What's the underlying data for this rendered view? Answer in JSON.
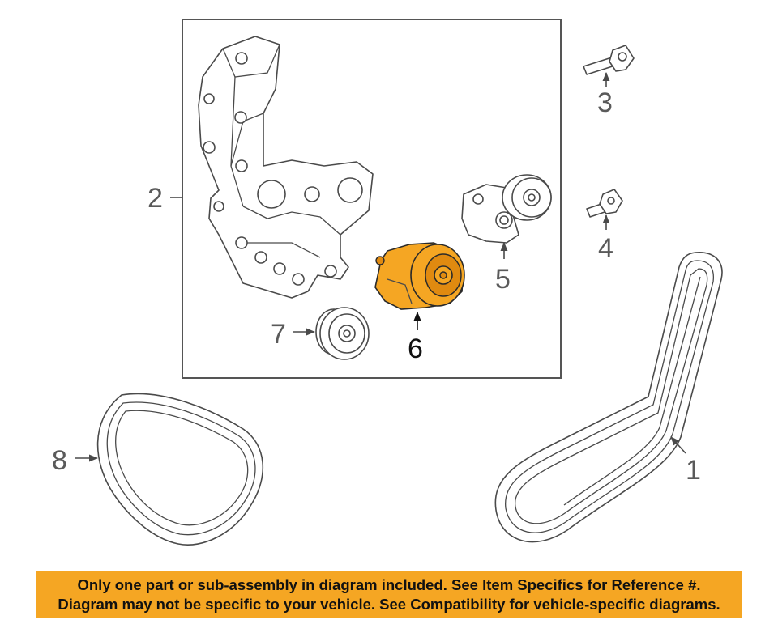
{
  "colors": {
    "highlight": "#f5a623",
    "banner": "#f5a623",
    "line": "#4a4a4a"
  },
  "callouts": {
    "c1": "1",
    "c2": "2",
    "c3": "3",
    "c4": "4",
    "c5": "5",
    "c6": "6",
    "c7": "7",
    "c8": "8"
  },
  "banner": {
    "line1": "Only one part or sub-assembly in diagram included. See Item Specifics for Reference #.",
    "line2": "Diagram may not be specific to your vehicle. See Compatibility for vehicle-specific diagrams."
  }
}
